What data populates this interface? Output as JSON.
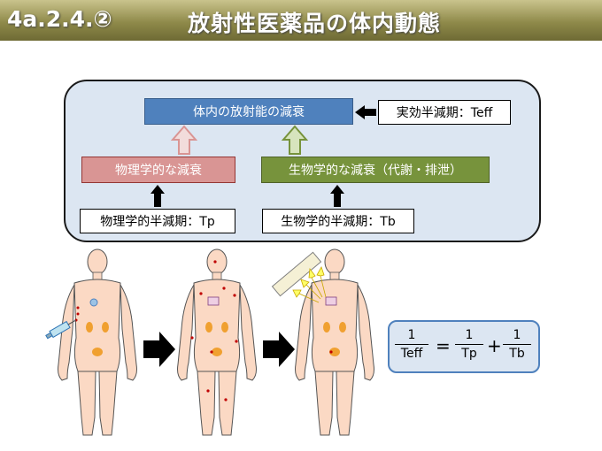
{
  "header": {
    "number": "4a.2.4.②",
    "title": "放射性医薬品の体内動態"
  },
  "diagram": {
    "decay_box": "体内の放射能の減衰",
    "effective_half_life": "実効半減期：Teff",
    "physical_decay": "物理学的な減衰",
    "biological_decay": "生物学的な減衰（代謝・排泄）",
    "physical_half_life": "物理学的半減期：Tp",
    "biological_half_life": "生物学的半減期：Tb",
    "colors": {
      "panel_bg": "#dce6f2",
      "decay_box": "#4f81bd",
      "physical_box": "#d99594",
      "biological_box": "#77933c",
      "header_gradient": "#8f8a4a"
    }
  },
  "formula": {
    "lhs_num": "1",
    "lhs_den": "Teff",
    "equals": "=",
    "t1_num": "1",
    "t1_den": "Tp",
    "plus": "+",
    "t2_num": "1",
    "t2_den": "Tb"
  },
  "illustration": {
    "icons": [
      "syringe-icon",
      "human-body-icon",
      "right-arrow-icon",
      "detector-plate-icon"
    ]
  }
}
